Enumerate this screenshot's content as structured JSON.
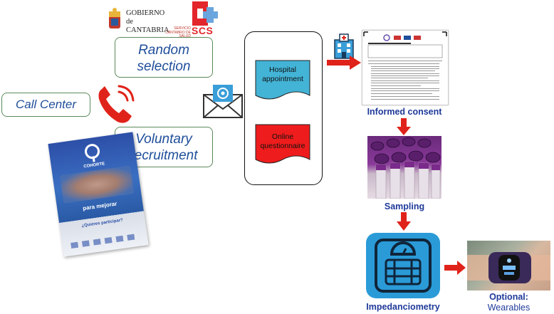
{
  "logos": {
    "gobierno": {
      "line1": "GOBIERNO",
      "line2": "de",
      "line3": "CANTABRIA"
    },
    "scs": {
      "small": "SERVICIO CÁNTABRO DE SALUD",
      "acronym": "SCS"
    }
  },
  "recruitment": {
    "random": {
      "line1": "Random",
      "line2": "selection"
    },
    "call_center": "Call Center",
    "voluntary": {
      "line1": "Voluntary",
      "line2": "recruitment"
    }
  },
  "channels": {
    "hospital": {
      "line1": "Hospital",
      "line2": "appointment"
    },
    "online": {
      "line1": "Online",
      "line2": "questionnaire"
    }
  },
  "steps": {
    "consent": "Informed consent",
    "sampling": "Sampling",
    "impedance": "Impedanciometry",
    "wearables_bold": "Optional:",
    "wearables": "Wearables"
  },
  "poster": {
    "brand": "COHORTE",
    "headline1": "para mejorar",
    "question": "¿Quieres participar?"
  },
  "colors": {
    "arrow": "#e0231a",
    "hospital_box": "#43b3d6",
    "online_box": "#ee1c1c",
    "text_blue": "#1f4e9a",
    "caption_blue": "#1f3a9a",
    "phone_red": "#e0231a"
  }
}
